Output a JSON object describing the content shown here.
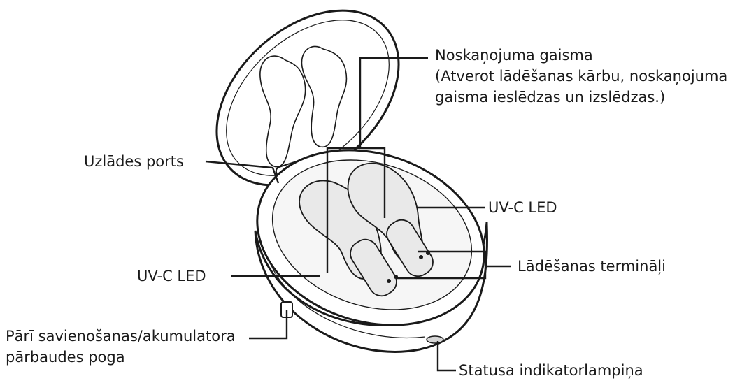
{
  "labels": {
    "noskanojuma": {
      "line1": "Noskaņojuma gaisma",
      "line2": "(Atverot lādēšanas kārbu, noskaņojuma",
      "line3": "gaisma ieslēdzas un izslēdzas.)"
    },
    "uzlades_ports": "Uzlādes ports",
    "uvc_right": "UV-C LED",
    "uvc_left": "UV-C LED",
    "terminali": "Lādēšanas termināļi",
    "poga": {
      "line1": "Pārī savienošanas/akumulatora",
      "line2": "pārbaudes poga"
    },
    "statusa": "Statusa indikatorlampiņa"
  },
  "colors": {
    "stroke": "#1a1a1a",
    "fill_light": "#e9e9e9",
    "fill_mid": "#d6d6d6",
    "text": "#1a1a1a"
  }
}
